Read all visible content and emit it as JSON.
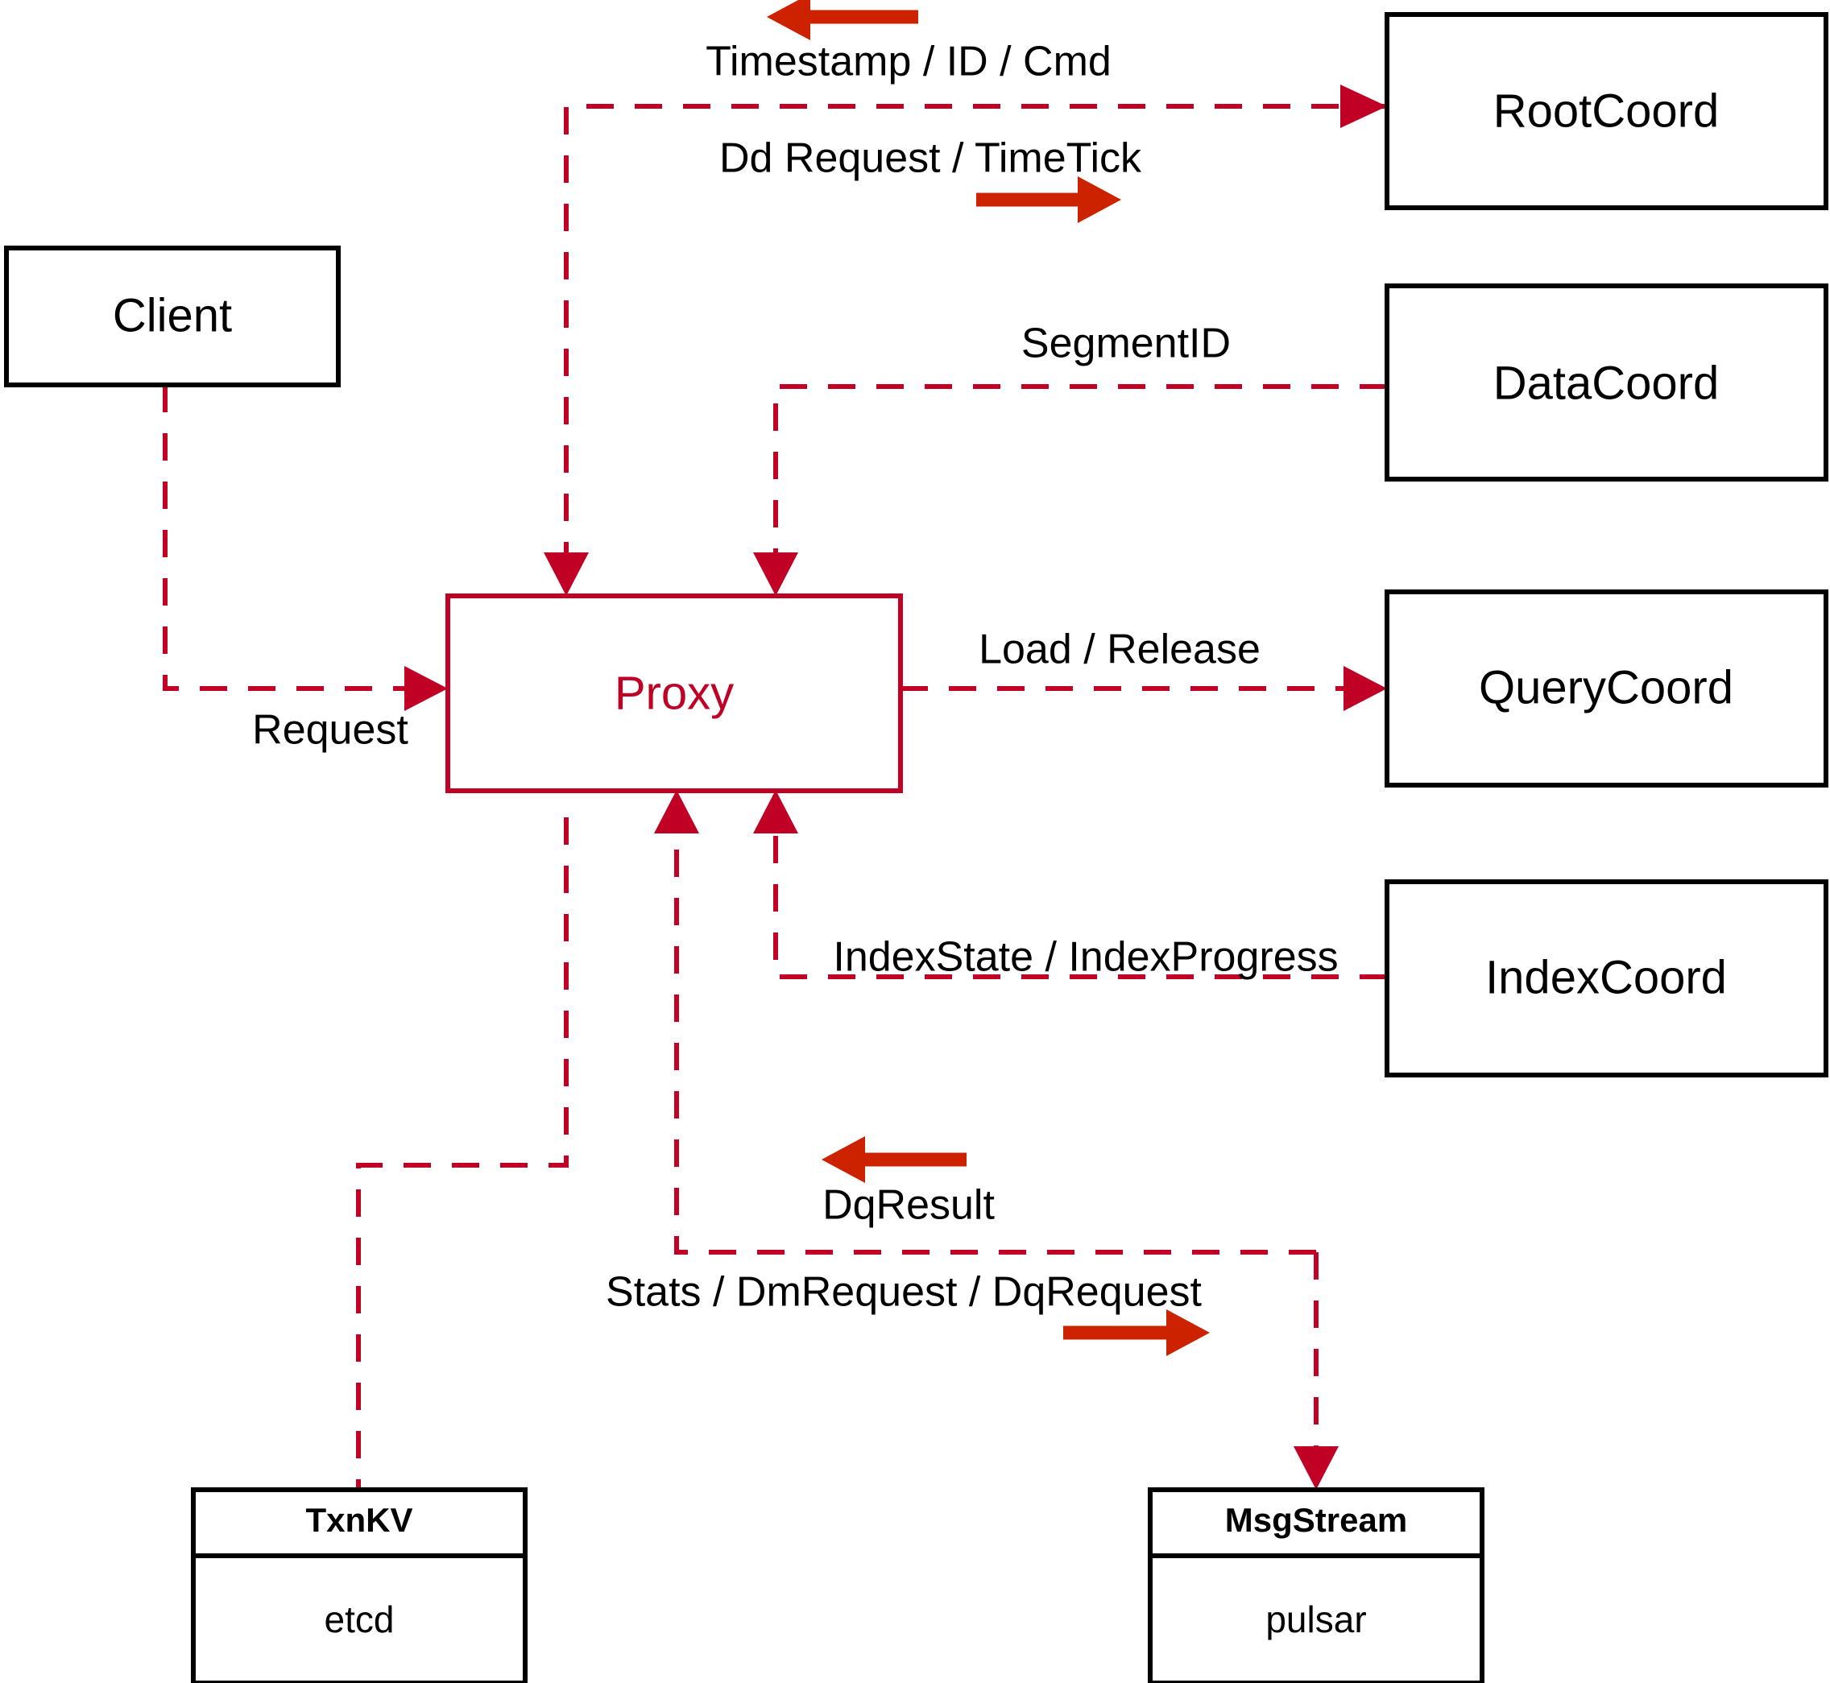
{
  "diagram": {
    "title": "Milvus Proxy Interaction Diagram",
    "accent_color": "#c00025",
    "arrow_color": "#cc2200",
    "box_border_color": "#000000"
  },
  "nodes": {
    "client": {
      "label": "Client"
    },
    "proxy": {
      "label": "Proxy"
    },
    "root_coord": {
      "label": "RootCoord"
    },
    "data_coord": {
      "label": "DataCoord"
    },
    "query_coord": {
      "label": "QueryCoord"
    },
    "index_coord": {
      "label": "IndexCoord"
    },
    "txnkv": {
      "title": "TxnKV",
      "impl": "etcd"
    },
    "msgstream": {
      "title": "MsgStream",
      "impl": "pulsar"
    }
  },
  "edges": [
    {
      "id": "root-to-proxy",
      "label": "Timestamp / ID / Cmd",
      "from": "RootCoord",
      "to": "Proxy",
      "direction": "left"
    },
    {
      "id": "proxy-to-root",
      "label": "Dd Request / TimeTick",
      "from": "Proxy",
      "to": "RootCoord",
      "direction": "right"
    },
    {
      "id": "data-to-proxy",
      "label": "SegmentID",
      "from": "DataCoord",
      "to": "Proxy",
      "direction": "left"
    },
    {
      "id": "client-to-proxy",
      "label": "Request",
      "from": "Client",
      "to": "Proxy",
      "direction": "right"
    },
    {
      "id": "proxy-to-query",
      "label": "Load / Release",
      "from": "Proxy",
      "to": "QueryCoord",
      "direction": "right"
    },
    {
      "id": "index-to-proxy",
      "label": "IndexState / IndexProgress",
      "from": "IndexCoord",
      "to": "Proxy",
      "direction": "left"
    },
    {
      "id": "msgstream-to-proxy",
      "label": "DqResult",
      "from": "MsgStream",
      "to": "Proxy",
      "direction": "left"
    },
    {
      "id": "proxy-to-msgstream",
      "label": "Stats / DmRequest / DqRequest",
      "from": "Proxy",
      "to": "MsgStream",
      "direction": "right"
    },
    {
      "id": "proxy-to-txnkv",
      "label": "",
      "from": "Proxy",
      "to": "TxnKV",
      "direction": "none"
    }
  ]
}
